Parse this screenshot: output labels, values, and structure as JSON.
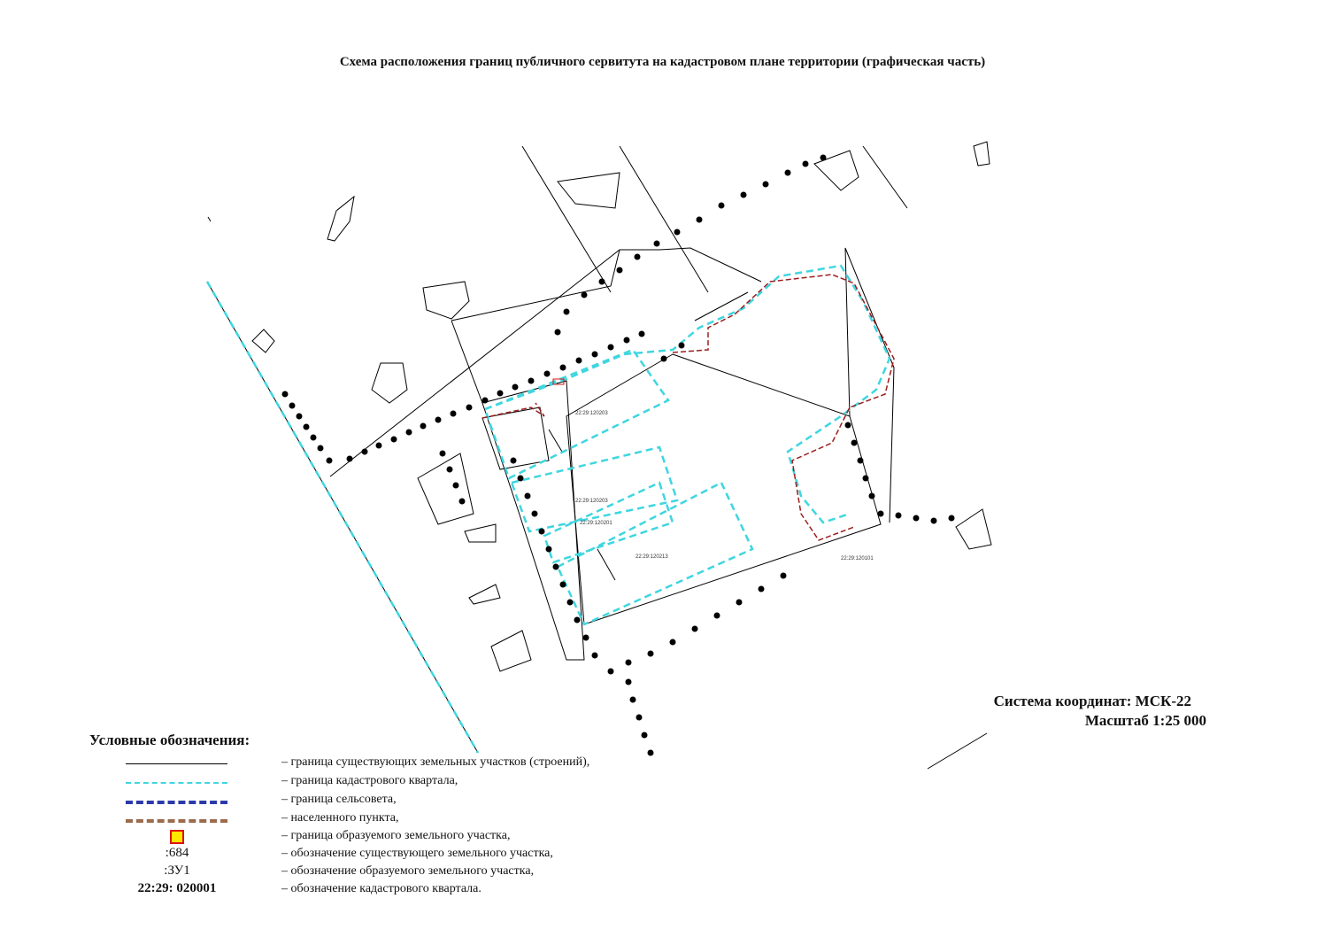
{
  "title": "Схема расположения границ публичного сервитута на кадастровом плане территории (графическая часть)",
  "coordinate_system": "Система координат: МСК-22",
  "scale": "Масштаб 1:25 000",
  "map": {
    "quarter_labels": [
      "22:29:120203",
      "22:29:120201",
      "22:29:120213",
      "22:29:120101"
    ],
    "colors": {
      "parcel_border": "#000000",
      "quarter_border": "#3fd6e0",
      "settlement_border": "#9c1e1e",
      "servitude_point": "#000000"
    }
  },
  "legend": {
    "title": "Условные обозначения:",
    "items": [
      {
        "symbol": "solid-black-line",
        "text": "– граница существующих земельных участков (строений),"
      },
      {
        "symbol": "cyan-dashed-line",
        "text": "– граница кадастрового квартала,"
      },
      {
        "symbol": "blue-dashed-line",
        "text": "– граница сельсовета,"
      },
      {
        "symbol": "brown-dashed-line",
        "text": "– населенного пункта,"
      },
      {
        "symbol": "yellow-square",
        "text": "– граница образуемого земельного участка,"
      },
      {
        "label": ":684",
        "text": "– обозначение существующего земельного участка,"
      },
      {
        "label": ":ЗУ1",
        "text": "– обозначение образуемого земельного участка,"
      },
      {
        "label": "22:29: 020001",
        "text": "– обозначение кадастрового квартала."
      }
    ]
  }
}
